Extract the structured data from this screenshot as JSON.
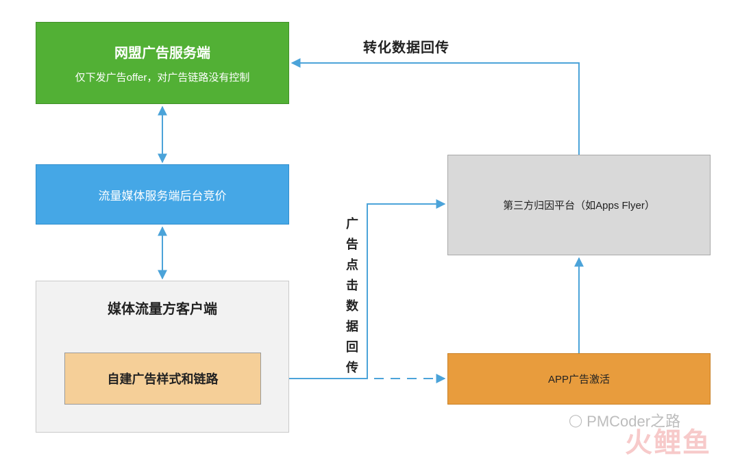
{
  "boxes": {
    "union_title": "网盟广告服务端",
    "union_sub": "仅下发广告offer，对广告链路没有控制",
    "bidding": "流量媒体服务端后台竞价",
    "client_title": "媒体流量方客户端",
    "client_inner": "自建广告样式和链路",
    "third_party": "第三方归因平台（如Apps Flyer）",
    "app_activation": "APP广告激活"
  },
  "edge_labels": {
    "conversion_postback": "转化数据回传",
    "click_postback": "广告点击数据回传"
  },
  "watermark": {
    "text": "PMCoder之路",
    "logo_text": "火鲤鱼",
    "icon": "wechat-icon"
  },
  "colors": {
    "arrow": "#4ba3d9",
    "union": "#52b035",
    "bidding": "#45a7e6",
    "client": "#f2f2f2",
    "inner": "#f5cf98",
    "third_party": "#d9d9d9",
    "app": "#e89c3d"
  }
}
